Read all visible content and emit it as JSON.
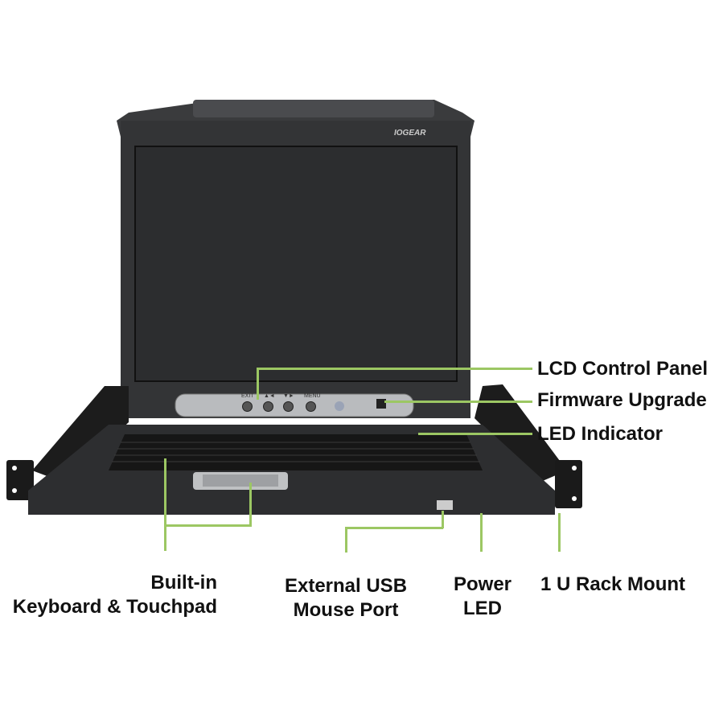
{
  "product": {
    "logo": "IOGEAR",
    "panel_buttons": [
      "EXIT",
      "▲◄",
      "▼►",
      "MENU"
    ]
  },
  "callouts": {
    "lcd_control_panel": "LCD Control Panel",
    "firmware_upgrade": "Firmware Upgrade",
    "led_indicator": "LED Indicator",
    "keyboard_line1": "Built-in",
    "keyboard_line2": "Keyboard & Touchpad",
    "usb_line1": "External USB",
    "usb_line2": "Mouse Port",
    "power_line1": "Power",
    "power_line2": "LED",
    "rack_mount": "1 U Rack Mount"
  },
  "colors": {
    "callout_line": "#9cc763",
    "device": "#2a2a2a"
  }
}
